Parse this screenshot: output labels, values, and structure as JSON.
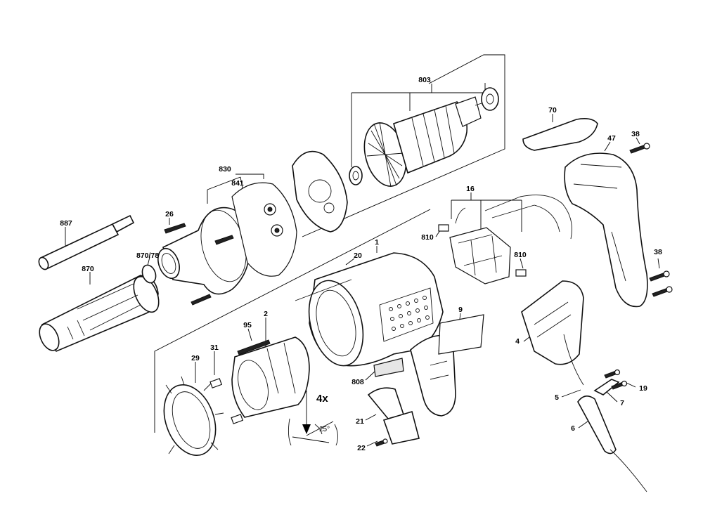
{
  "diagram": {
    "part_labels": {
      "p803": "803",
      "p70": "70",
      "p38a": "38",
      "p47": "47",
      "p830": "830",
      "p841": "841",
      "p16": "16",
      "p887": "887",
      "p26": "26",
      "p810a": "810",
      "p870_78": "870/78",
      "p1": "1",
      "p20": "20",
      "p38b": "38",
      "p810b": "810",
      "p870": "870",
      "p9": "9",
      "p2": "2",
      "p95": "95",
      "p4": "4",
      "p31": "31",
      "p29": "29",
      "p808": "808",
      "p5": "5",
      "p19": "19",
      "p7": "7",
      "p21": "21",
      "p6": "6",
      "p22": "22"
    },
    "detail": {
      "multiplier": "4x",
      "angle": "25°"
    }
  }
}
